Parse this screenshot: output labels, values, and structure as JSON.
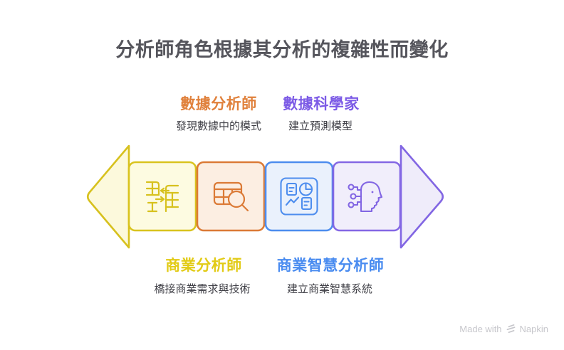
{
  "title": "分析師角色根據其分析的複雜性而變化",
  "segments": [
    {
      "role": "商業分析師",
      "description": "橋接商業需求與技術",
      "label_position": "bottom",
      "accent_color": "#E2CB16",
      "box_border_color": "#D9C31F",
      "box_fill_color": "#FDFBE1",
      "icon": "bridge-tables-arrows-icon"
    },
    {
      "role": "數據分析師",
      "description": "發現數據中的模式",
      "label_position": "top",
      "accent_color": "#E0813C",
      "box_border_color": "#DB7A36",
      "box_fill_color": "#FCEEE2",
      "icon": "table-magnifier-icon"
    },
    {
      "role": "商業智慧分析師",
      "description": "建立商業智慧系統",
      "label_position": "bottom",
      "accent_color": "#4A8CF0",
      "box_border_color": "#4D8DEE",
      "box_fill_color": "#EAF1FC",
      "icon": "dashboard-charts-icon"
    },
    {
      "role": "數據科學家",
      "description": "建立預測模型",
      "label_position": "top",
      "accent_color": "#7C5BE6",
      "box_border_color": "#8467E4",
      "box_fill_color": "#F1EEFB",
      "icon": "ai-head-circuit-icon"
    }
  ],
  "arrow": {
    "left_head_color": "#D7C11E",
    "left_head_fill": "#FCF9DC",
    "right_head_color": "#8266E3",
    "right_head_fill": "#EFECFA"
  },
  "footer": {
    "credit": "Made with",
    "brand": "Napkin",
    "logo": "napkin-logo-icon",
    "text_color": "#C7C7CC"
  }
}
